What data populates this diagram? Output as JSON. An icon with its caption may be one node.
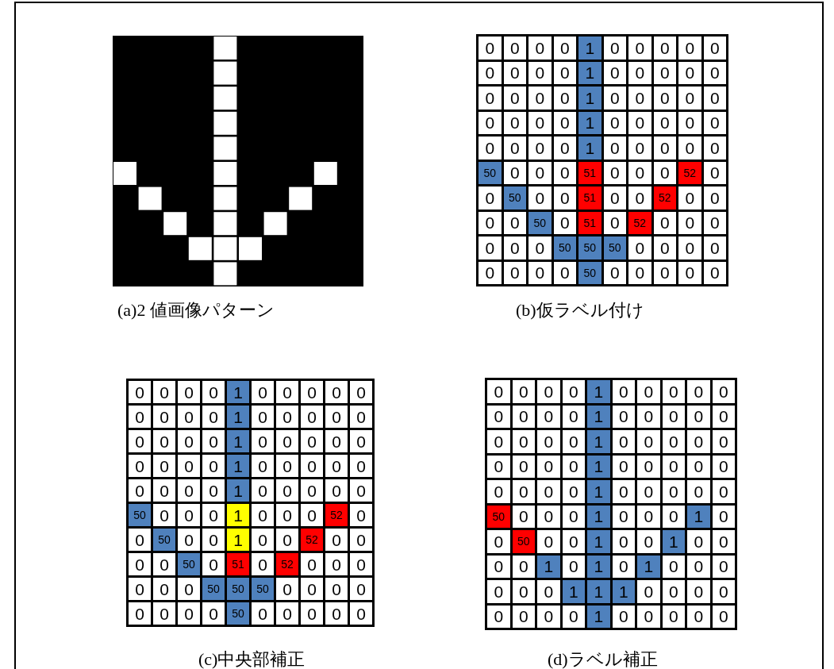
{
  "diagram": {
    "labels": [
      "0",
      "0",
      "0",
      "0",
      "1",
      "0",
      "0",
      "0",
      "0",
      "0",
      "0",
      "0",
      "0",
      "0",
      "1",
      "0",
      "0",
      "0",
      "0",
      "0",
      "0",
      "0",
      "0",
      "0",
      "1",
      "0",
      "0",
      "0",
      "0",
      "0",
      "0",
      "0",
      "0",
      "0",
      "1",
      "0",
      "0",
      "0",
      "0",
      "0",
      "0",
      "0",
      "0",
      "0",
      "1",
      "0",
      "0",
      "0",
      "0",
      "0",
      "50",
      "0",
      "0",
      "0",
      "51",
      "0",
      "0",
      "0",
      "52",
      "0",
      "0",
      "50",
      "0",
      "0",
      "51",
      "0",
      "0",
      "52",
      "0",
      "0",
      "0",
      "0",
      "50",
      "0",
      "51",
      "0",
      "52",
      "0",
      "0",
      "0",
      "0",
      "0",
      "0",
      "50",
      "50",
      "50",
      "0",
      "0",
      "0",
      "0",
      "0",
      "0",
      "0",
      "0",
      "50",
      "0",
      "0",
      "0",
      "0",
      "0",
      "(a)2 値画像パターン",
      "(b)仮ラベル付け",
      "0",
      "0",
      "0",
      "0",
      "1",
      "0",
      "0",
      "0",
      "0",
      "0",
      "0",
      "0",
      "0",
      "0",
      "1",
      "0",
      "0",
      "0",
      "0",
      "0",
      "0",
      "0",
      "0",
      "0",
      "1",
      "0",
      "0",
      "0",
      "0",
      "0",
      "0",
      "0",
      "0",
      "0",
      "1",
      "0",
      "0",
      "0",
      "0",
      "0",
      "0",
      "0",
      "0",
      "0",
      "1",
      "0",
      "0",
      "0",
      "0",
      "0",
      "50",
      "0",
      "0",
      "0",
      "1",
      "0",
      "0",
      "0",
      "52",
      "0",
      "0",
      "50",
      "0",
      "0",
      "1",
      "0",
      "0",
      "52",
      "0",
      "0",
      "0",
      "0",
      "50",
      "0",
      "51",
      "0",
      "52",
      "0",
      "0",
      "0",
      "0",
      "0",
      "0",
      "50",
      "50",
      "50",
      "0",
      "0",
      "0",
      "0",
      "0",
      "0",
      "0",
      "0",
      "50",
      "0",
      "0",
      "0",
      "0",
      "0",
      "0",
      "0",
      "0",
      "0",
      "1",
      "0",
      "0",
      "0",
      "0",
      "0",
      "0",
      "0",
      "0",
      "0",
      "1",
      "0",
      "0",
      "0",
      "0",
      "0",
      "0",
      "0",
      "0",
      "0",
      "1",
      "0",
      "0",
      "0",
      "0",
      "0",
      "0",
      "0",
      "0",
      "0",
      "1",
      "0",
      "0",
      "0",
      "0",
      "0",
      "0",
      "0",
      "0",
      "0",
      "1",
      "0",
      "0",
      "0",
      "0",
      "0",
      "50",
      "0",
      "0",
      "0",
      "1",
      "0",
      "0",
      "0",
      "1",
      "0",
      "0",
      "50",
      "0",
      "0",
      "1",
      "0",
      "0",
      "1",
      "0",
      "0",
      "0",
      "0",
      "1",
      "0",
      "1",
      "0",
      "1",
      "0",
      "0",
      "0",
      "0",
      "0",
      "0",
      "1",
      "1",
      "1",
      "0",
      "0",
      "0",
      "0",
      "0",
      "0",
      "0",
      "0",
      "1",
      "0",
      "0",
      "0",
      "0",
      "0",
      "(c)中央部補正",
      "(d)ラベル補正"
    ]
  }
}
